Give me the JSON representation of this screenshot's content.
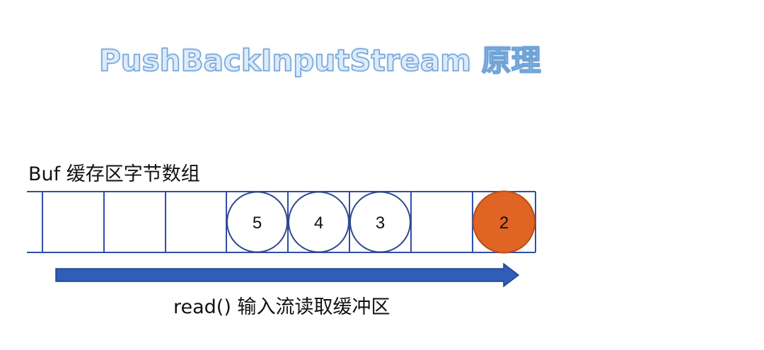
{
  "title": "PushBackInputStream 原理",
  "buffer": {
    "label": "Buf 缓存区字节数组",
    "cells": [
      {
        "value": ""
      },
      {
        "value": ""
      },
      {
        "value": ""
      },
      {
        "value": ""
      },
      {
        "value": "5",
        "style": "normal"
      },
      {
        "value": "4",
        "style": "normal"
      },
      {
        "value": "3",
        "style": "normal"
      },
      {
        "value": ""
      },
      {
        "value": "2",
        "style": "highlight"
      }
    ]
  },
  "arrow": {
    "label": "read() 输入流读取缓冲区"
  },
  "colors": {
    "grid": "#2f4fa8",
    "circle_stroke": "#2f4a8a",
    "highlight_fill": "#e06424",
    "arrow_fill": "#2f5db8",
    "arrow_stroke": "#22408a"
  }
}
